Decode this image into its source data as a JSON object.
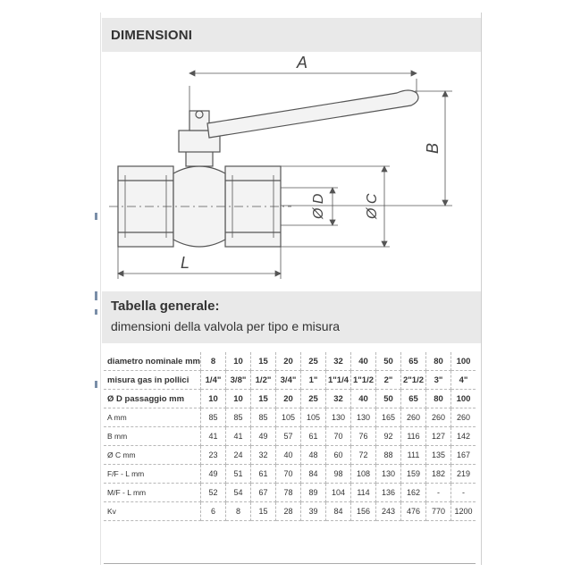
{
  "section_header": "DIMENSIONI",
  "drawing": {
    "labels": {
      "a": "A",
      "b": "B",
      "c": "Ø C",
      "d": "Ø D",
      "l": "L"
    }
  },
  "table_header": {
    "title": "Tabella generale:",
    "subtitle": "dimensioni della valvola per tipo e misura"
  },
  "table": {
    "rows": [
      {
        "label": "diametro nominale mm",
        "bold": true,
        "values": [
          "8",
          "10",
          "15",
          "20",
          "25",
          "32",
          "40",
          "50",
          "65",
          "80",
          "100"
        ]
      },
      {
        "label": "misura gas in pollici",
        "bold": true,
        "values": [
          "1/4\"",
          "3/8\"",
          "1/2\"",
          "3/4\"",
          "1\"",
          "1\"1/4",
          "1\"1/2",
          "2\"",
          "2\"1/2",
          "3\"",
          "4\""
        ]
      },
      {
        "label": "Ø D passaggio mm",
        "bold": true,
        "values": [
          "10",
          "10",
          "15",
          "20",
          "25",
          "32",
          "40",
          "50",
          "65",
          "80",
          "100"
        ]
      },
      {
        "label": "A mm",
        "bold": false,
        "values": [
          "85",
          "85",
          "85",
          "105",
          "105",
          "130",
          "130",
          "165",
          "260",
          "260",
          "260"
        ]
      },
      {
        "label": "B mm",
        "bold": false,
        "values": [
          "41",
          "41",
          "49",
          "57",
          "61",
          "70",
          "76",
          "92",
          "116",
          "127",
          "142"
        ]
      },
      {
        "label": "Ø C mm",
        "bold": false,
        "values": [
          "23",
          "24",
          "32",
          "40",
          "48",
          "60",
          "72",
          "88",
          "111",
          "135",
          "167"
        ]
      },
      {
        "label": "F/F - L mm",
        "bold": false,
        "values": [
          "49",
          "51",
          "61",
          "70",
          "84",
          "98",
          "108",
          "130",
          "159",
          "182",
          "219"
        ]
      },
      {
        "label": "M/F - L mm",
        "bold": false,
        "values": [
          "52",
          "54",
          "67",
          "78",
          "89",
          "104",
          "114",
          "136",
          "162",
          "-",
          "-"
        ]
      },
      {
        "label": "Kv",
        "bold": false,
        "values": [
          "6",
          "8",
          "15",
          "28",
          "39",
          "84",
          "156",
          "243",
          "476",
          "770",
          "1200"
        ]
      }
    ]
  }
}
